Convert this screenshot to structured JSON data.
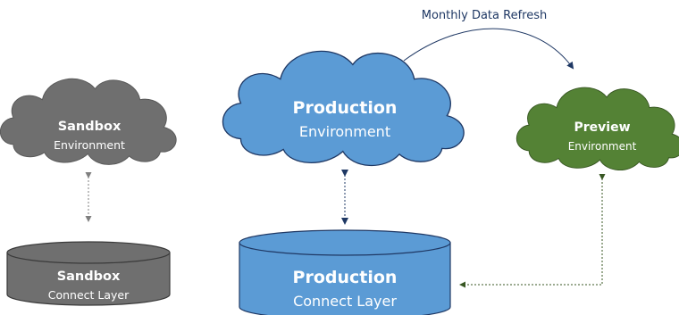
{
  "diagram": {
    "refresh_label": "Monthly Data Refresh",
    "sandbox_cloud": {
      "title": "Sandbox",
      "subtitle": "Environment"
    },
    "production_cloud": {
      "title": "Production",
      "subtitle": "Environment"
    },
    "preview_cloud": {
      "title": "Preview",
      "subtitle": "Environment"
    },
    "sandbox_db": {
      "title": "Sandbox",
      "subtitle": "Connect Layer"
    },
    "production_db": {
      "title": "Production",
      "subtitle": "Connect Layer"
    }
  },
  "colors": {
    "sandbox": "#6f6f6f",
    "production": "#5b9bd5",
    "preview": "#548235",
    "refresh_arrow": "#1f3864"
  }
}
